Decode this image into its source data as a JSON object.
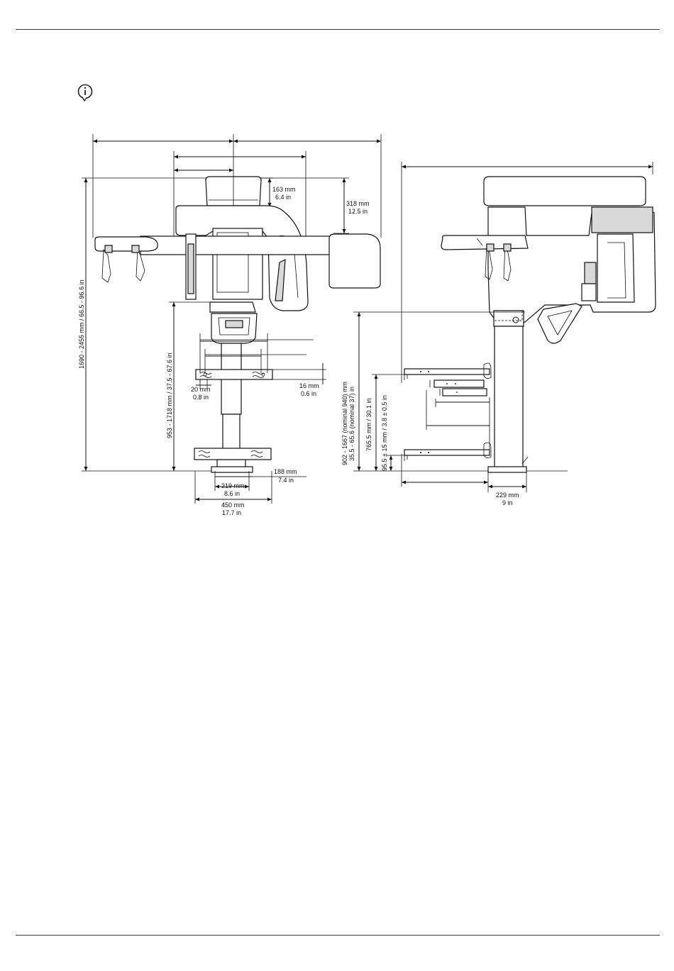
{
  "dimensions_front": {
    "head_height_mm": "163 mm",
    "head_height_in": "6.4 in",
    "sensor_height_mm": "318 mm",
    "sensor_height_in": "12.5 in",
    "total_height": "1690 - 2455 mm / 66.5 - 96.6 in",
    "chin_height": "953 - 1718 mm / 37.5 - 67.6 in",
    "hole_dia_mm": "20 mm",
    "hole_dia_in": "0.8 in",
    "bracket_thickness_mm": "16 mm",
    "bracket_thickness_in": "0.6 in",
    "base_depth_mm": "188 mm",
    "base_depth_in": "7.4 in",
    "column_width_mm": "219 mm",
    "column_width_in": "8.6 in",
    "base_width_mm": "450 mm",
    "base_width_in": "17.7 in"
  },
  "dimensions_side": {
    "seat_height_mm": "902 - 1667 (nominal 940) mm",
    "seat_height_in": "35.5 - 65.6 (nominal 37) in",
    "bracket_spacing": "765.5 mm / 30.1 in",
    "floor_bracket": "95.5 ± 15 mm / 3.8 ± 0.5 in",
    "base_side_mm": "229 mm",
    "base_side_in": "9 in"
  },
  "icons": {
    "note": "info-icon"
  }
}
